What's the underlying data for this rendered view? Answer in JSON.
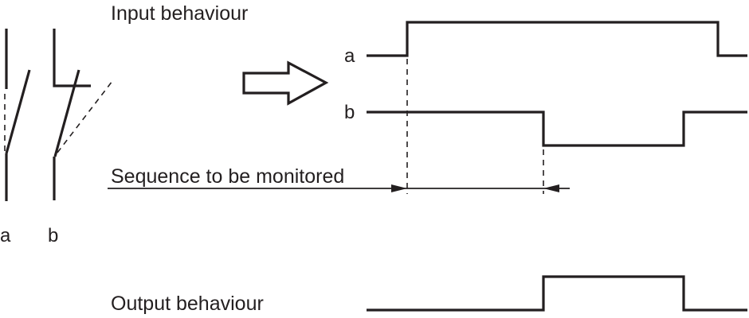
{
  "titles": {
    "input": "Input behaviour",
    "output": "Output behaviour",
    "sequence": "Sequence to be monitored"
  },
  "contacts": {
    "a_label": "a",
    "b_label": "b"
  },
  "signals": {
    "a_label": "a",
    "b_label": "b"
  },
  "icons": {
    "arrow": "right-arrow-outline-icon"
  },
  "colors": {
    "ink": "#231f20",
    "background": "#ffffff"
  }
}
